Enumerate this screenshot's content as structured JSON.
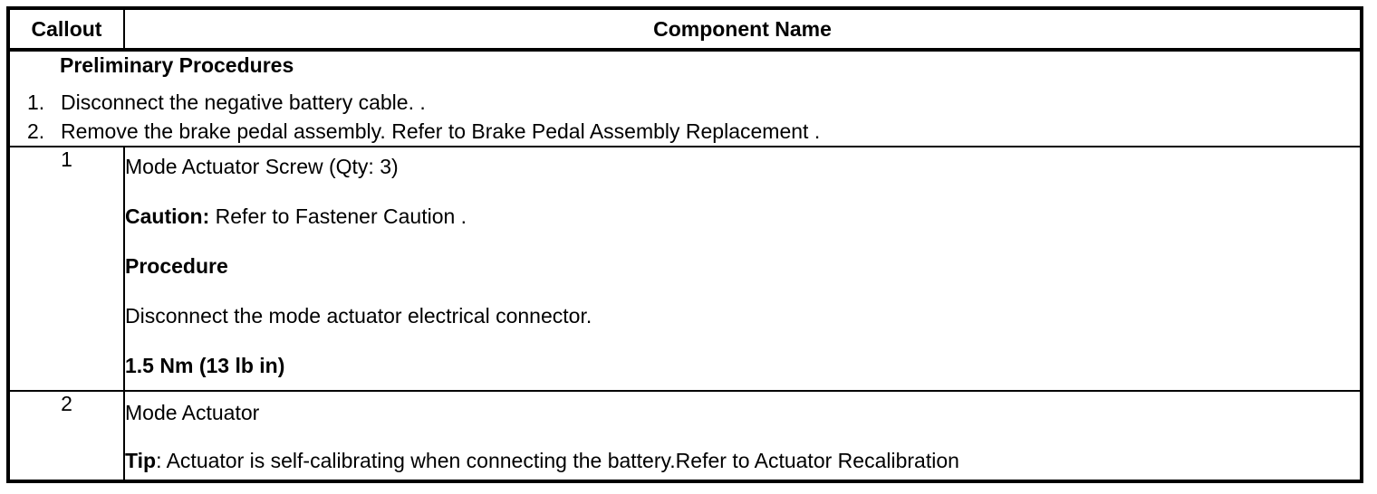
{
  "table": {
    "headers": {
      "callout": "Callout",
      "component_name": "Component Name"
    },
    "preliminary": {
      "heading": "Preliminary Procedures",
      "steps": [
        {
          "num": "1.",
          "text": "Disconnect the negative battery cable. ."
        },
        {
          "num": "2.",
          "text": "Remove the brake pedal assembly. Refer to Brake Pedal Assembly Replacement ."
        }
      ]
    },
    "rows": [
      {
        "callout": "1",
        "paragraphs": {
          "title": "Mode Actuator Screw (Qty: 3)",
          "caution_label": "Caution:",
          "caution_text": " Refer to Fastener Caution .",
          "procedure_heading": "Procedure",
          "procedure_text": "Disconnect the mode actuator electrical connector.",
          "torque": "1.5 Nm (13 lb in)"
        }
      },
      {
        "callout": "2",
        "paragraphs": {
          "title": "Mode Actuator",
          "tip_label": "Tip",
          "tip_text": ": Actuator is self-calibrating when connecting the battery.Refer to Actuator Recalibration"
        }
      }
    ]
  },
  "colors": {
    "border": "#000000",
    "text": "#000000",
    "background": "#ffffff"
  }
}
